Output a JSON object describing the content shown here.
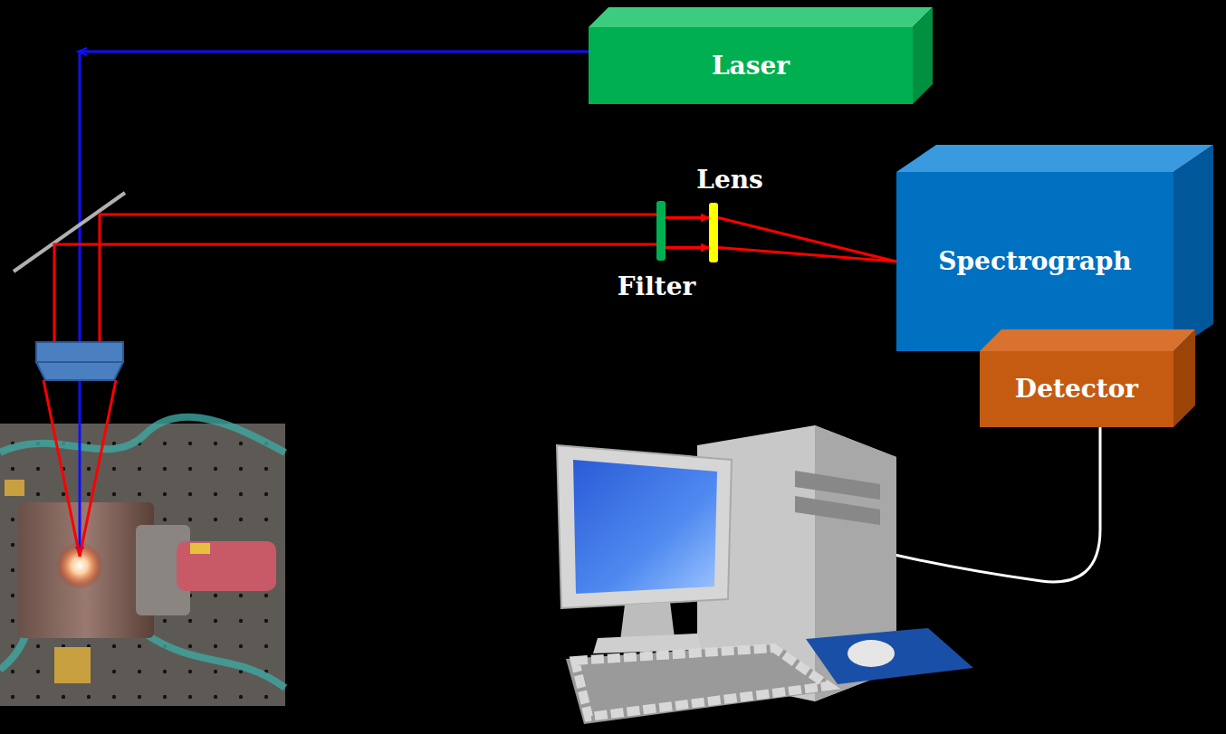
{
  "diagram": {
    "nodes": [
      {
        "text": [
          "Laser"
        ]
      },
      {
        "text": [
          "Filter"
        ]
      },
      {
        "text": [
          "Lens"
        ]
      },
      {
        "text": [
          "Spectrograph"
        ]
      },
      {
        "text": [
          "Detector"
        ]
      }
    ],
    "edges": [
      {
        "from": 1,
        "to": 2,
        "arrow": "to"
      },
      {
        "from": 2,
        "to": 3,
        "arrow": "none"
      }
    ]
  }
}
